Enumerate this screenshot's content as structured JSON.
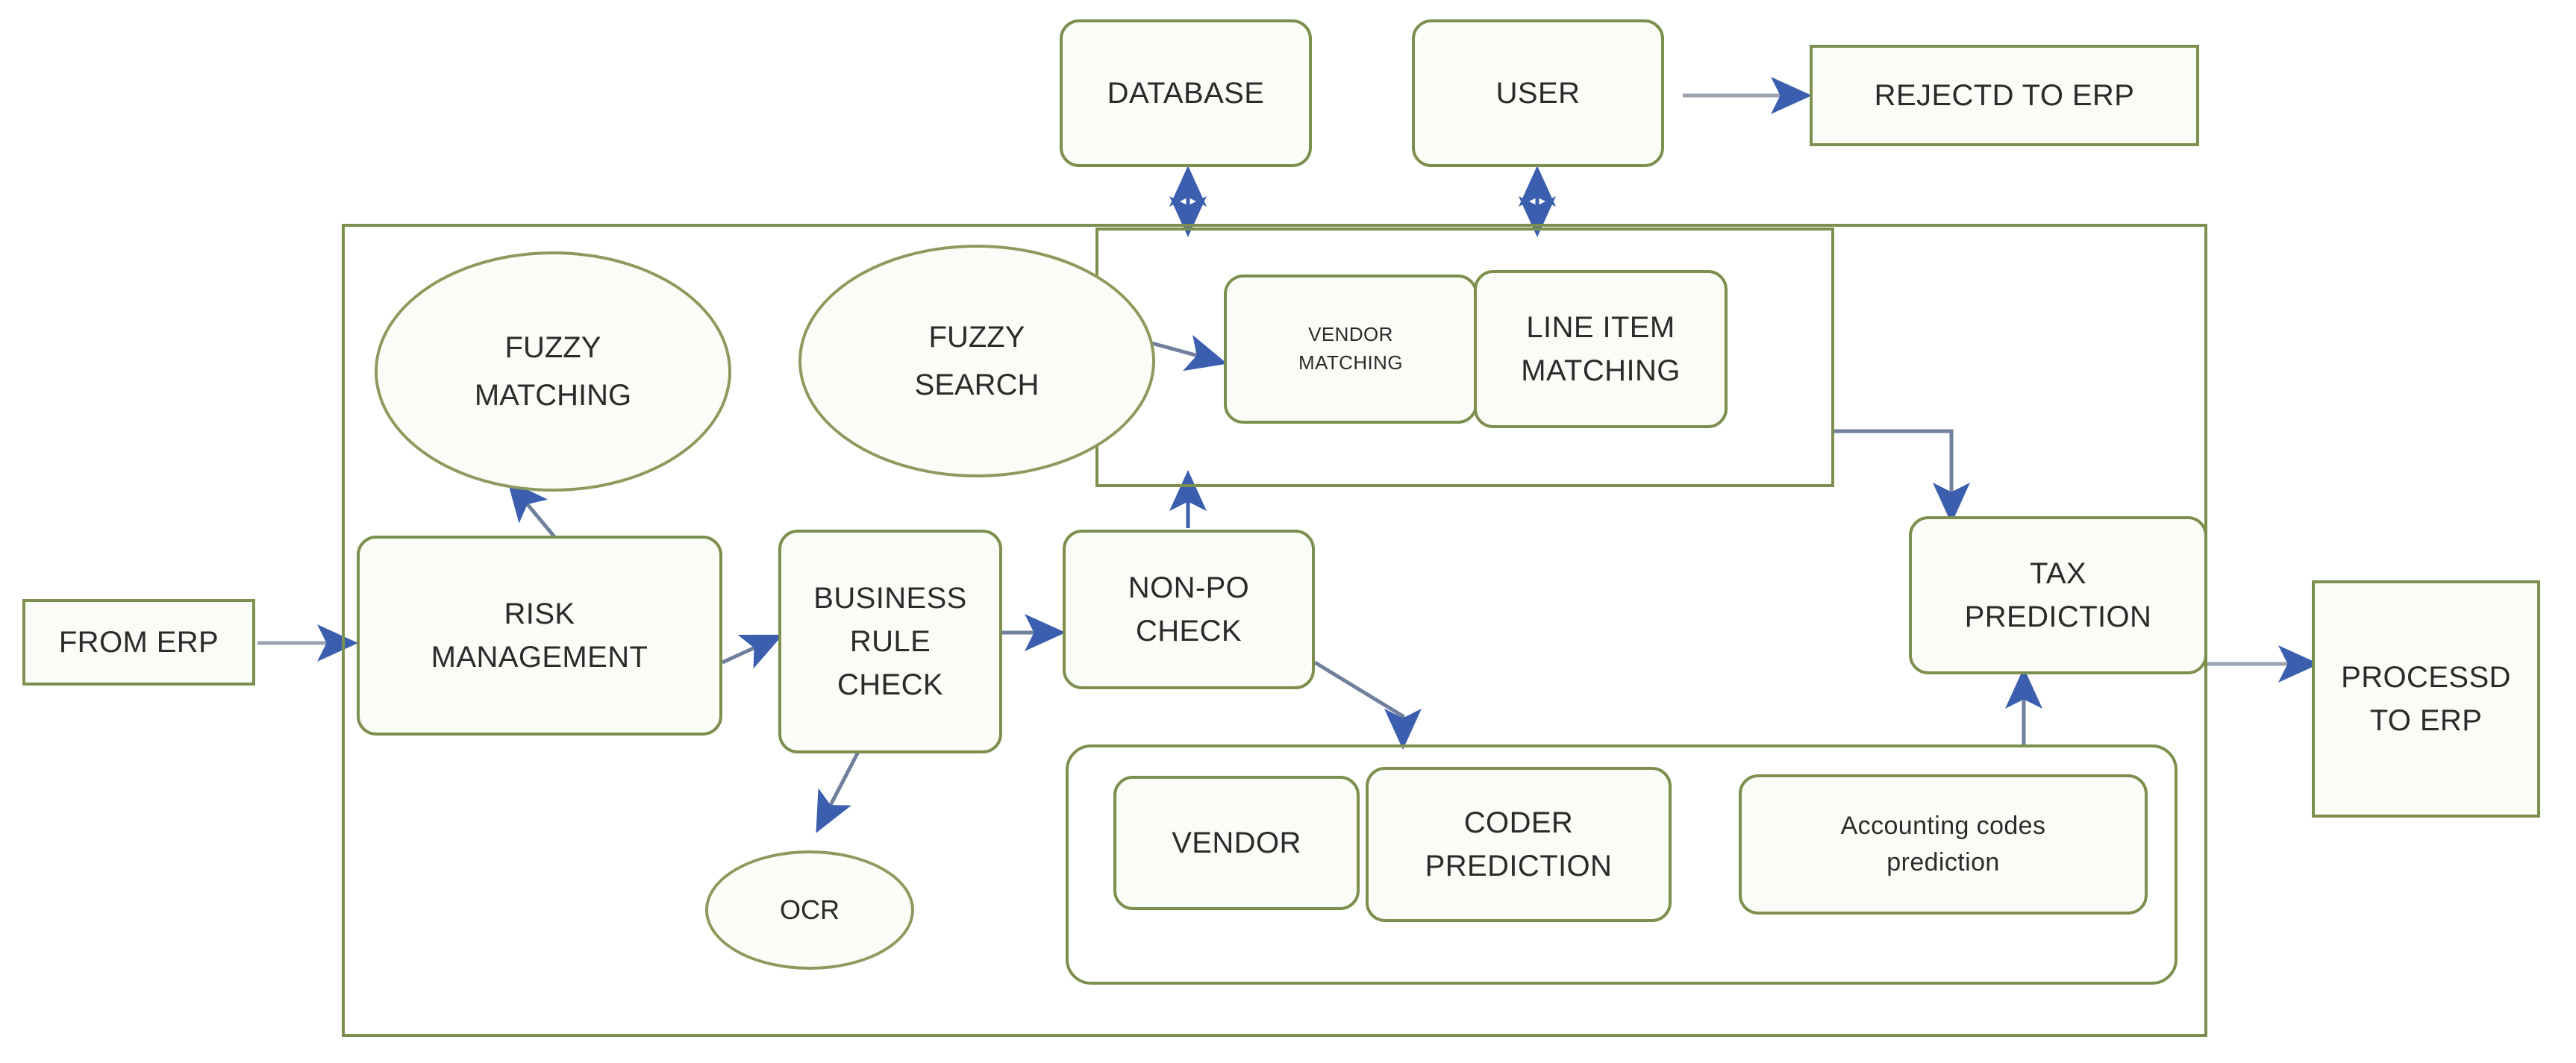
{
  "diagram": {
    "title": "Invoice processing automation flow",
    "colors": {
      "node_border": "#7d8f4e",
      "ellipse_border": "#8d9a5d",
      "node_fill": "#fbfcf7",
      "arrow_line": "#9aa3b0",
      "arrow_head": "#3b5fae",
      "text": "#2b2b2b",
      "background": "#ffffff"
    },
    "nodes": {
      "from_erp": "FROM ERP",
      "database": "DATABASE",
      "user": "USER",
      "rejected_to_erp": "REJECTD TO ERP",
      "processed_to_erp_line1": "PROCESSD",
      "processed_to_erp_line2": "TO ERP",
      "fuzzy_matching_line1": "FUZZY",
      "fuzzy_matching_line2": "MATCHING",
      "fuzzy_search_line1": "FUZZY",
      "fuzzy_search_line2": "SEARCH",
      "vendor_matching_line1": "VENDOR",
      "vendor_matching_line2": "MATCHING",
      "line_item_matching_line1": "LINE ITEM",
      "line_item_matching_line2": "MATCHING",
      "risk_management_line1": "RISK",
      "risk_management_line2": "MANAGEMENT",
      "business_rule_check_line1": "BUSINESS",
      "business_rule_check_line2": "RULE",
      "business_rule_check_line3": "CHECK",
      "non_po_check_line1": "NON-PO",
      "non_po_check_line2": "CHECK",
      "ocr": "OCR",
      "vendor": "VENDOR",
      "coder_prediction_line1": "CODER",
      "coder_prediction_line2": "PREDICTION",
      "accounting_codes_line1": "Accounting  codes",
      "accounting_codes_line2": "prediction",
      "tax_prediction_line1": "TAX",
      "tax_prediction_line2": "PREDICTION"
    },
    "edges": [
      {
        "from": "FROM ERP",
        "to": "RISK MANAGEMENT",
        "style": "single-arrow"
      },
      {
        "from": "RISK MANAGEMENT",
        "to": "FUZZY MATCHING",
        "style": "single-arrow"
      },
      {
        "from": "RISK MANAGEMENT",
        "to": "BUSINESS RULE CHECK",
        "style": "single-arrow"
      },
      {
        "from": "BUSINESS RULE CHECK",
        "to": "OCR",
        "style": "single-arrow"
      },
      {
        "from": "BUSINESS RULE CHECK",
        "to": "NON-PO CHECK",
        "style": "single-arrow"
      },
      {
        "from": "NON-PO CHECK",
        "to": "MATCHING GROUP",
        "style": "single-arrow"
      },
      {
        "from": "NON-PO CHECK",
        "to": "PREDICTION GROUP",
        "style": "single-arrow"
      },
      {
        "from": "FUZZY SEARCH",
        "to": "VENDOR MATCHING",
        "style": "single-arrow"
      },
      {
        "from": "DATABASE",
        "to": "MATCHING GROUP",
        "style": "double-arrow"
      },
      {
        "from": "USER",
        "to": "MATCHING GROUP",
        "style": "double-arrow"
      },
      {
        "from": "USER",
        "to": "REJECTD TO ERP",
        "style": "single-arrow"
      },
      {
        "from": "MATCHING GROUP",
        "to": "TAX PREDICTION",
        "style": "single-arrow"
      },
      {
        "from": "PREDICTION GROUP",
        "to": "TAX PREDICTION",
        "style": "single-arrow"
      },
      {
        "from": "TAX PREDICTION",
        "to": "PROCESSD TO ERP",
        "style": "single-arrow"
      }
    ]
  }
}
